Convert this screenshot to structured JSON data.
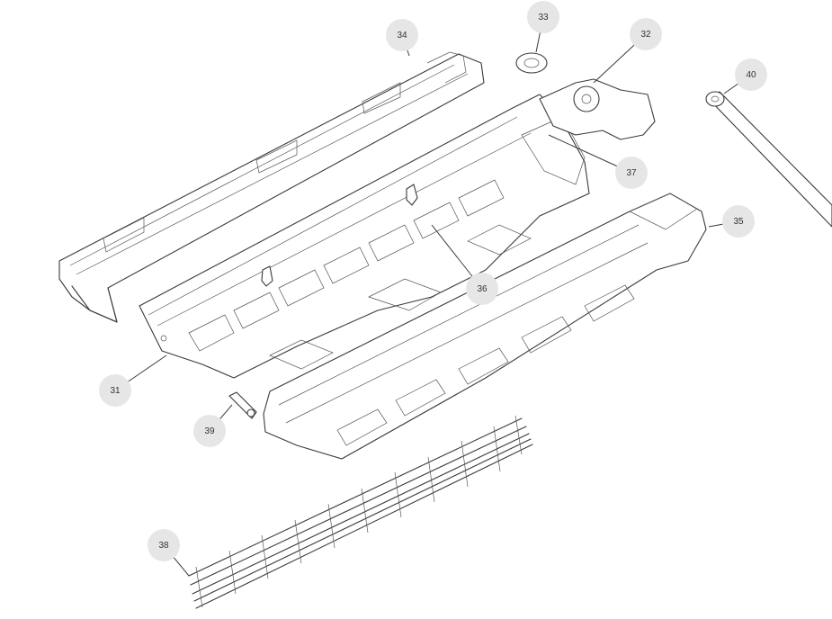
{
  "callouts": {
    "c31": "31",
    "c32": "32",
    "c33": "33",
    "c34": "34",
    "c35": "35",
    "c36": "36",
    "c37": "37",
    "c38": "38",
    "c39": "39",
    "c40": "40"
  },
  "colors": {
    "line": "#3a3a3a",
    "callout_bg": "#e6e6e6",
    "callout_text": "#333333"
  }
}
